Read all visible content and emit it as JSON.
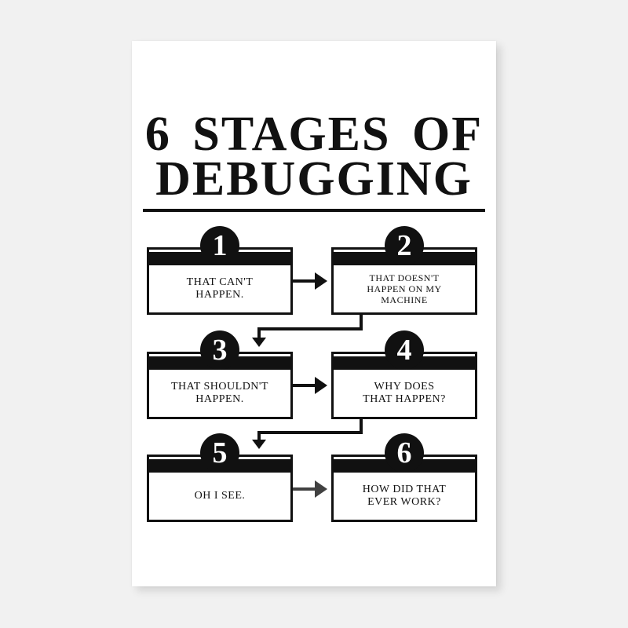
{
  "poster": {
    "title_line1": "6 STAGES OF",
    "title_line2": "DEBUGGING",
    "colors": {
      "ink": "#111111",
      "paper": "#ffffff",
      "background": "#f1f1f1"
    },
    "stages": [
      {
        "number": "1",
        "text": "That can't\nhappen."
      },
      {
        "number": "2",
        "text": "That doesn't\nhappen on my\nmachine"
      },
      {
        "number": "3",
        "text": "That shouldn't\nhappen."
      },
      {
        "number": "4",
        "text": "Why does\nthat happen?"
      },
      {
        "number": "5",
        "text": "Oh I see."
      },
      {
        "number": "6",
        "text": "How did that\never work?"
      }
    ]
  }
}
